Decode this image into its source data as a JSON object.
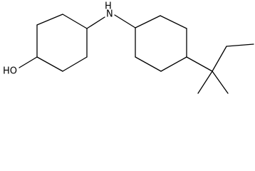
{
  "molecule": {
    "atoms": {
      "hydroxyl": "HO",
      "amine": "N",
      "amine_h": "H"
    }
  },
  "colors": {
    "bond": "#000000",
    "background": "#ffffff"
  }
}
